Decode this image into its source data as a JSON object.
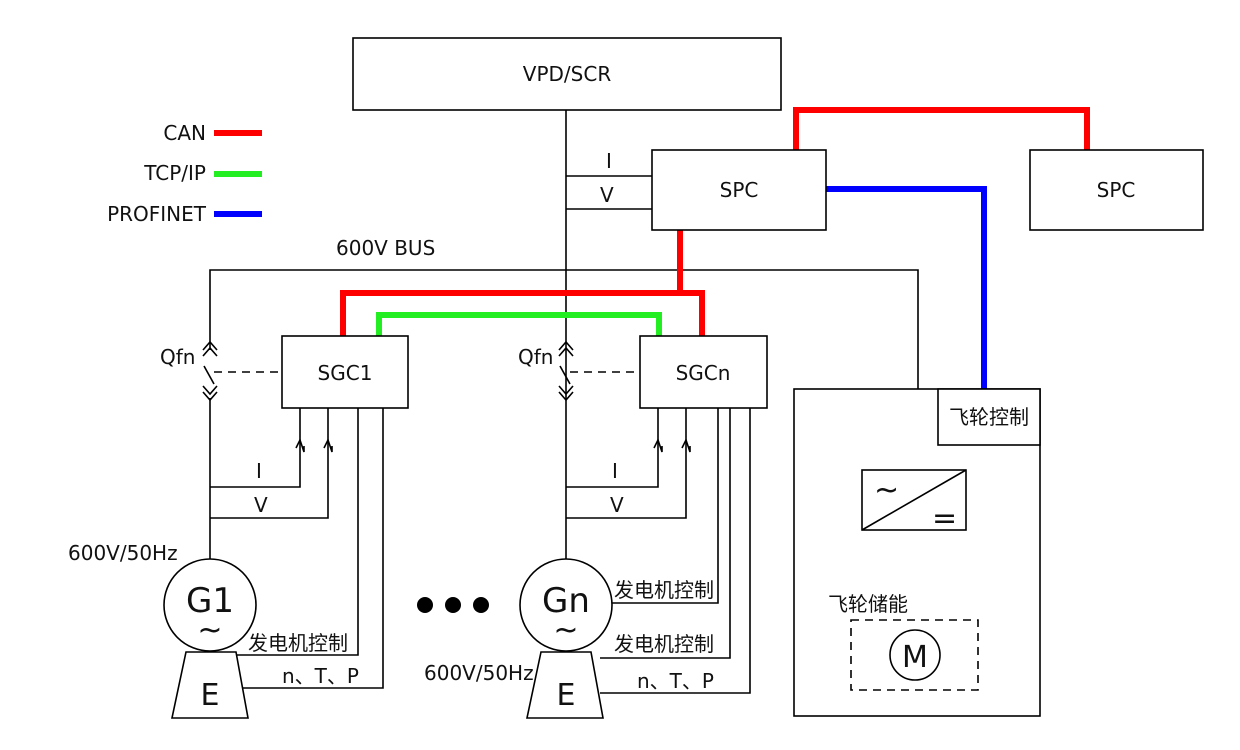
{
  "colors": {
    "can": "#ff0000",
    "tcp_ip": "#22ee22",
    "profinet": "#0000ff"
  },
  "legend": {
    "can": "CAN",
    "tcp_ip": "TCP/IP",
    "profinet": "PROFINET"
  },
  "nodes": {
    "vpd_scr": "VPD/SCR",
    "spc_main": "SPC",
    "spc_secondary": "SPC",
    "sgc1": "SGC1",
    "sgcn": "SGCn",
    "flywheel_control": "飞轮控制",
    "flywheel_storage": "飞轮储能",
    "motor": "M",
    "converter_ac": "~",
    "converter_dc": "="
  },
  "bus": {
    "label": "600V BUS"
  },
  "measurements": {
    "current": "I",
    "voltage": "V"
  },
  "breakers": {
    "qfn_1": "Qfn",
    "qfn_n": "Qfn"
  },
  "generator_1": {
    "name": "G1",
    "symbol": "~",
    "engine": "E",
    "rating": "600V/50Hz",
    "control_label": "发电机控制",
    "signals": "n、T、P"
  },
  "generator_n": {
    "name": "Gn",
    "symbol": "~",
    "engine": "E",
    "rating": "600V/50Hz",
    "control_label_top": "发电机控制",
    "control_label_bottom": "发电机控制",
    "signals": "n、T、P"
  }
}
